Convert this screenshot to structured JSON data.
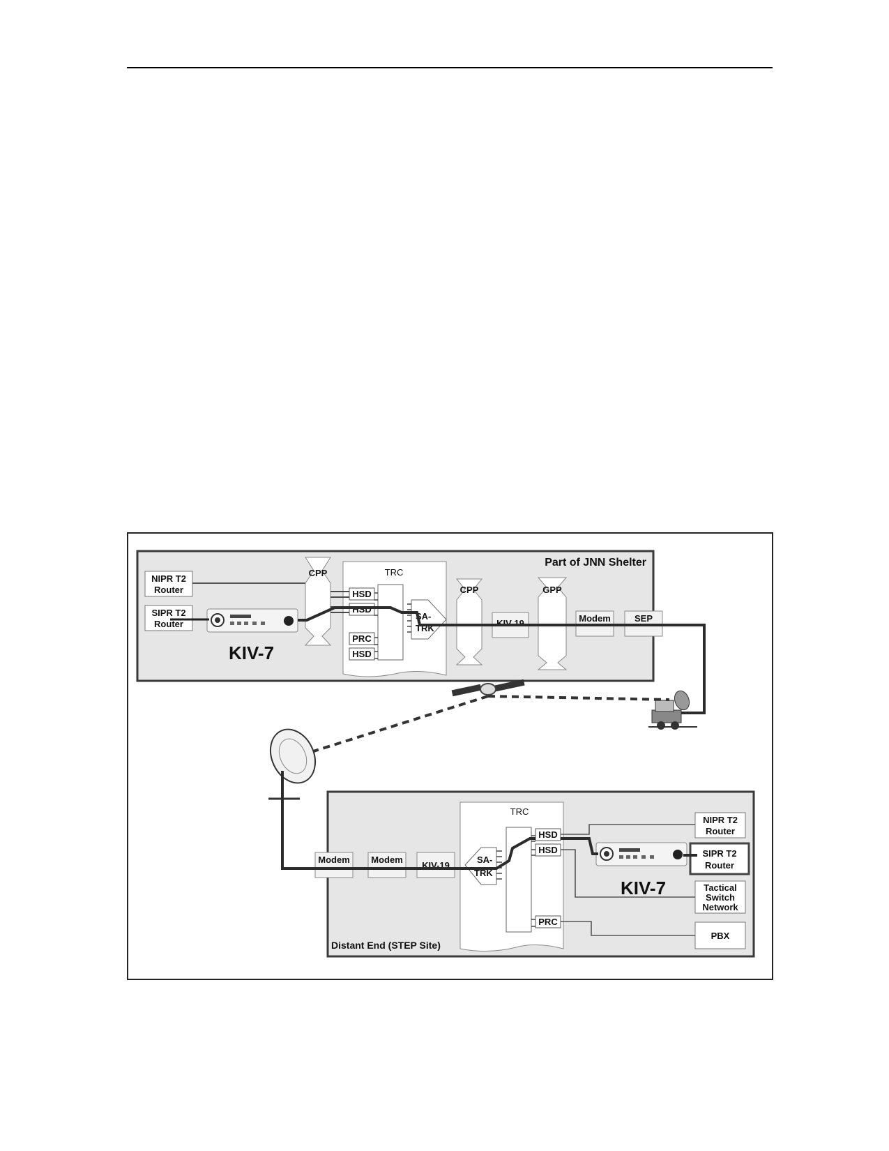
{
  "jnn": {
    "title": "Part of JNN Shelter",
    "nipr_router": [
      "NIPR T2",
      "Router"
    ],
    "sipr_router": [
      "SIPR T2",
      "Router"
    ],
    "kiv7": "KIV-7",
    "cpp_left": "CPP",
    "trc": "TRC",
    "hsd1": "HSD",
    "hsd2": "HSD",
    "prc": "PRC",
    "hsd3": "HSD",
    "satrk": [
      "SA-",
      "TRK"
    ],
    "cpp_right": "CPP",
    "kiv19": "KIV-19",
    "gpp": "GPP",
    "modem": "Modem",
    "sep": "SEP"
  },
  "distant": {
    "title": "Distant End (STEP Site)",
    "trc": "TRC",
    "modem1": "Modem",
    "modem2": "Modem",
    "kiv19": "KIV-19",
    "satrk": [
      "SA-",
      "TRK"
    ],
    "hsd1": "HSD",
    "hsd2": "HSD",
    "prc": "PRC",
    "kiv7": "KIV-7",
    "nipr_router": [
      "NIPR T2",
      "Router"
    ],
    "sipr_router": [
      "SIPR T2",
      "Router"
    ],
    "tactical": [
      "Tactical",
      "Switch",
      "Network"
    ],
    "pbx": "PBX"
  },
  "colors": {
    "panel_fill": "#e6e6e6",
    "panel_border": "#3a3a3a",
    "line": "#2b2b2b"
  }
}
